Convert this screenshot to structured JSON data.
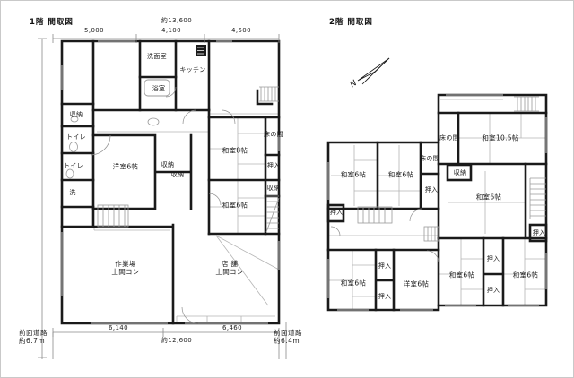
{
  "floor1": {
    "title": "1階 間取図",
    "dimensions": {
      "top_total": "約13,600",
      "top_segments": [
        "5,000",
        "4,100",
        "4,500"
      ],
      "bottom_segments": [
        "6,140",
        "6,460"
      ],
      "bottom_total": "約12,600",
      "road_left": "前面道路\n約6.7m",
      "road_right": "前面道路\n約6.4m"
    },
    "rooms": [
      {
        "label": "洗面室"
      },
      {
        "label": "キッチン"
      },
      {
        "label": "浴室"
      },
      {
        "label": "収納"
      },
      {
        "label": "トイレ"
      },
      {
        "label": "トイレ"
      },
      {
        "label": "洗"
      },
      {
        "label": "洋室6帖"
      },
      {
        "label": "収納"
      },
      {
        "label": "収納"
      },
      {
        "label": "和室8帖"
      },
      {
        "label": "床の間"
      },
      {
        "label": "押入"
      },
      {
        "label": "収納"
      },
      {
        "label": "和室6帖"
      },
      {
        "label": "作業場\n土間コン"
      },
      {
        "label": "店 舗\n土間コン"
      }
    ]
  },
  "floor2": {
    "title": "2階 間取図",
    "rooms": [
      {
        "label": "床の間"
      },
      {
        "label": "和室10.5帖"
      },
      {
        "label": "和室6帖"
      },
      {
        "label": "和室6帖"
      },
      {
        "label": "床の間"
      },
      {
        "label": "押入"
      },
      {
        "label": "収納"
      },
      {
        "label": "和室6帖"
      },
      {
        "label": "押入"
      },
      {
        "label": "押入"
      },
      {
        "label": "和室6帖"
      },
      {
        "label": "押入"
      },
      {
        "label": "押入"
      },
      {
        "label": "洋室6帖"
      },
      {
        "label": "和室6帖"
      },
      {
        "label": "押入"
      },
      {
        "label": "押入"
      },
      {
        "label": "和室6帖"
      }
    ]
  },
  "compass": {
    "label": "N"
  },
  "colors": {
    "wall": "#1a1a1a",
    "thin_line": "#b5b5b5",
    "window": "#a6a6a6",
    "dim_line": "#8a8a8a"
  }
}
